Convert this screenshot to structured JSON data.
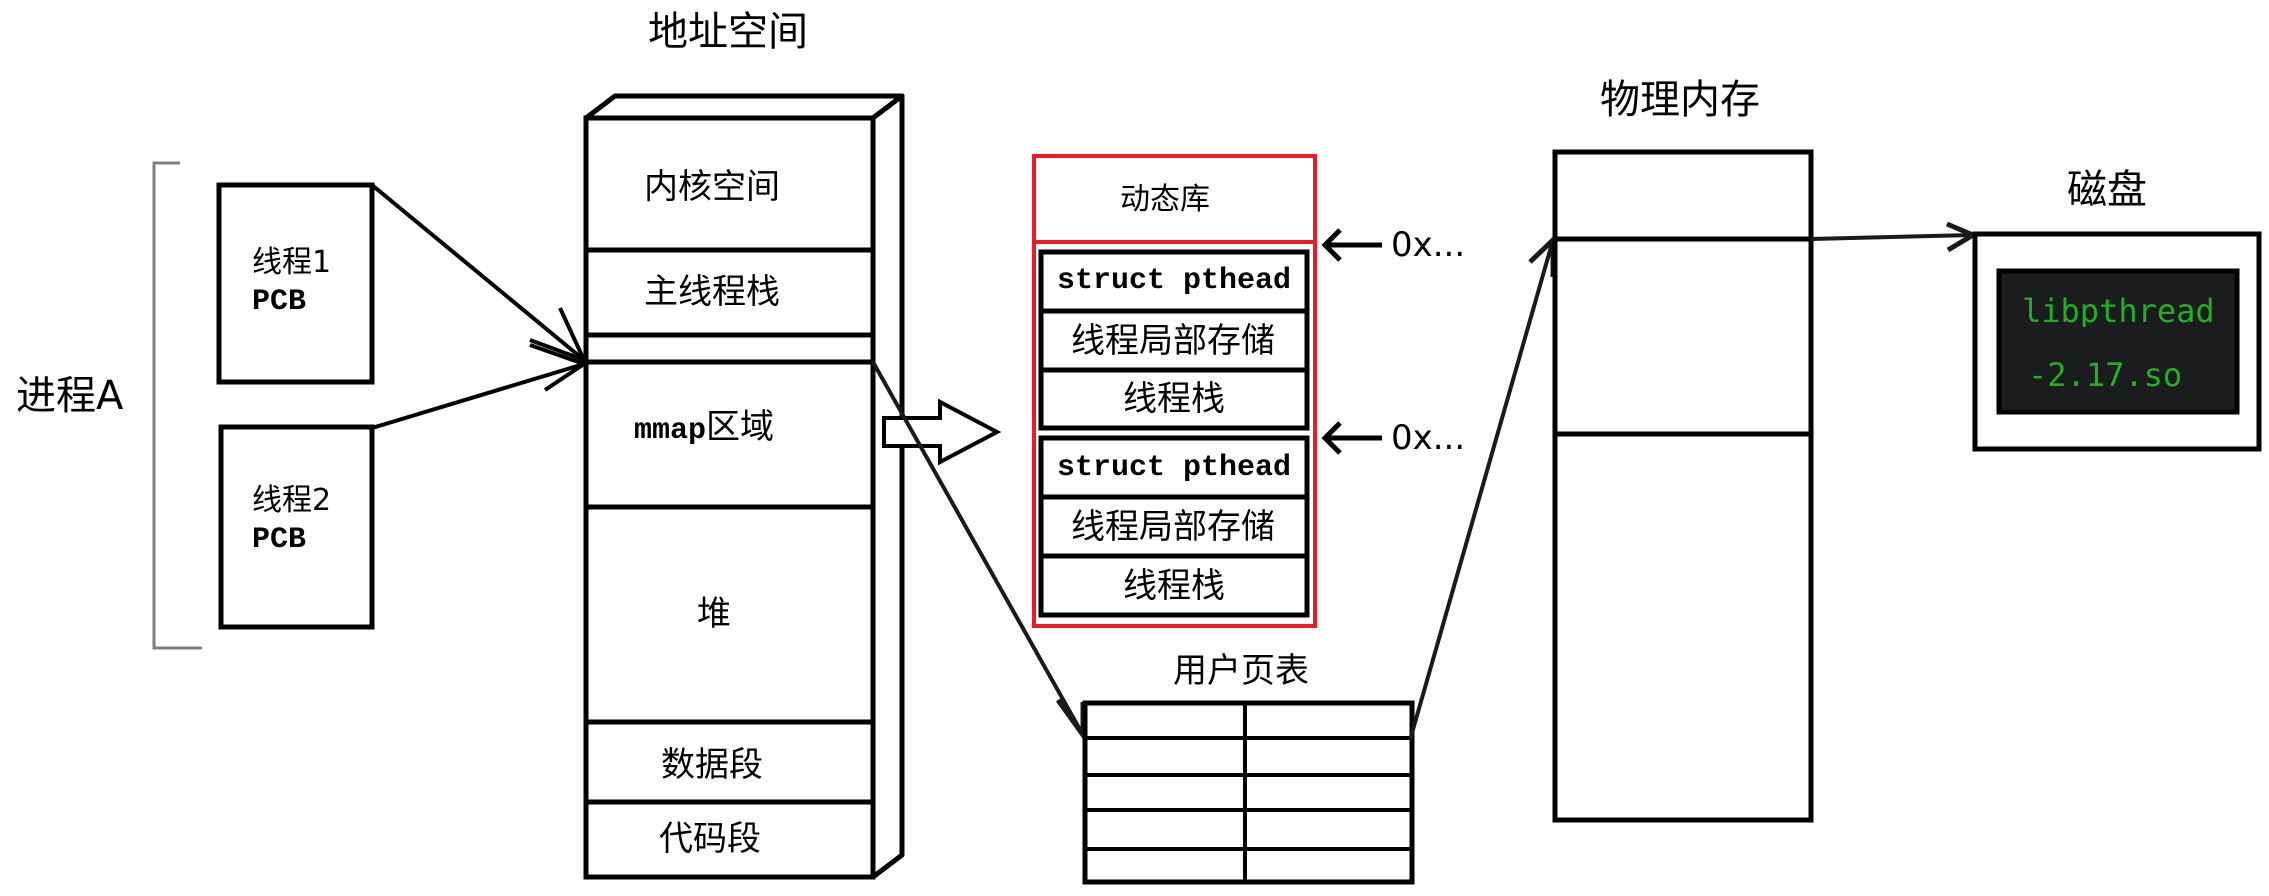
{
  "process": {
    "label": "进程A",
    "threads": [
      {
        "name": "线程1",
        "pcb": "PCB"
      },
      {
        "name": "线程2",
        "pcb": "PCB"
      }
    ]
  },
  "address_space": {
    "title": "地址空间",
    "segments": [
      {
        "label": "内核空间"
      },
      {
        "label": "主线程栈"
      },
      {
        "label": ""
      },
      {
        "label_prefix": "mmap",
        "label_suffix": "区域"
      },
      {
        "label": "堆"
      },
      {
        "label": "数据段"
      },
      {
        "label": "代码段"
      }
    ]
  },
  "dynamic_library": {
    "title": "动态库",
    "thread_blocks": [
      {
        "struct": "struct pthead",
        "tls": "线程局部存储",
        "stack": "线程栈",
        "address": "0x..."
      },
      {
        "struct": "struct pthead",
        "tls": "线程局部存储",
        "stack": "线程栈",
        "address": "0x..."
      }
    ],
    "border_color": "#ed1c24"
  },
  "page_table": {
    "title": "用户页表",
    "rows": 5,
    "cols": 2
  },
  "physical_memory": {
    "title": "物理内存"
  },
  "disk": {
    "title": "磁盘",
    "file_line1": "libpthread",
    "file_line2": "-2.17.so",
    "screen_bg": "#1b1c1e",
    "text_color": "#1fb21f"
  }
}
